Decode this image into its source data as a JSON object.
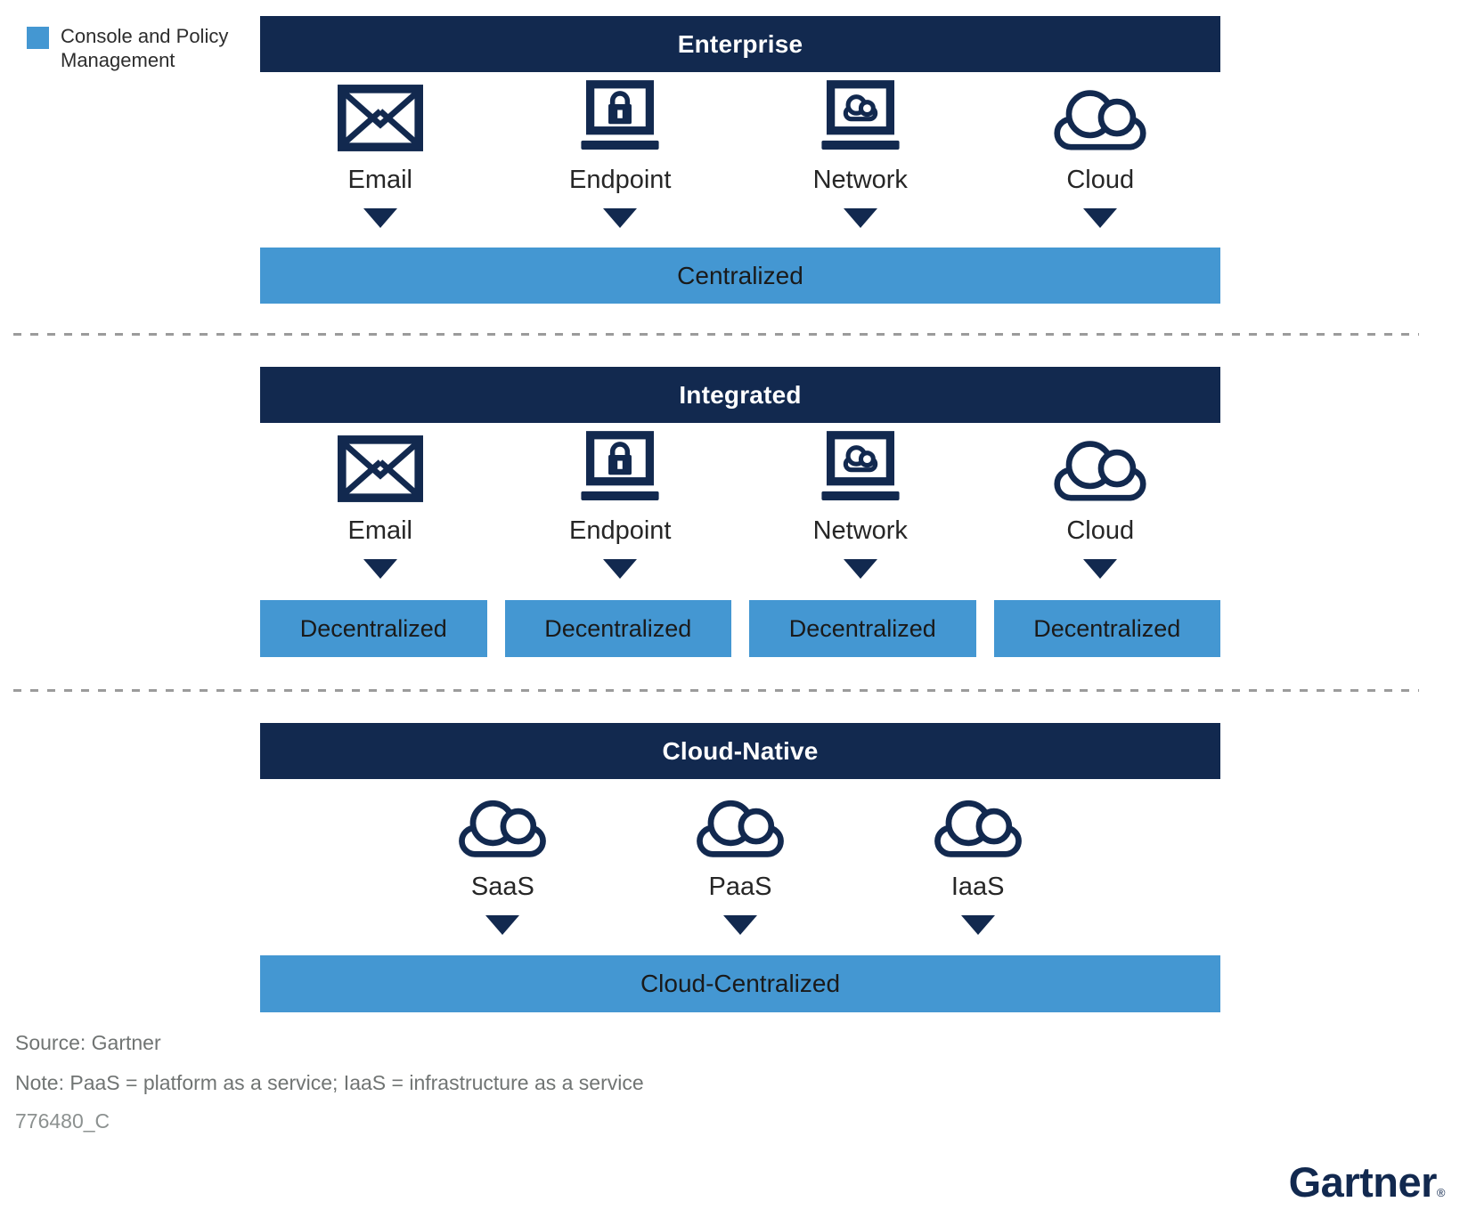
{
  "colors": {
    "navy": "#12294f",
    "light_blue": "#4497d2",
    "white": "#ffffff",
    "label_text": "#262626",
    "footer_gray": "#707473",
    "divider_gray": "#9b9b9b"
  },
  "legend": {
    "label": "Console and Policy Management"
  },
  "sections": {
    "enterprise": {
      "title": "Enterprise",
      "items": [
        {
          "label": "Email",
          "icon": "email-icon"
        },
        {
          "label": "Endpoint",
          "icon": "endpoint-icon"
        },
        {
          "label": "Network",
          "icon": "network-icon"
        },
        {
          "label": "Cloud",
          "icon": "cloud-icon"
        }
      ],
      "result": "Centralized"
    },
    "integrated": {
      "title": "Integrated",
      "items": [
        {
          "label": "Email",
          "icon": "email-icon"
        },
        {
          "label": "Endpoint",
          "icon": "endpoint-icon"
        },
        {
          "label": "Network",
          "icon": "network-icon"
        },
        {
          "label": "Cloud",
          "icon": "cloud-icon"
        }
      ],
      "results": [
        "Decentralized",
        "Decentralized",
        "Decentralized",
        "Decentralized"
      ]
    },
    "cloud_native": {
      "title": "Cloud-Native",
      "items": [
        {
          "label": "SaaS",
          "icon": "cloud-icon"
        },
        {
          "label": "PaaS",
          "icon": "cloud-icon"
        },
        {
          "label": "IaaS",
          "icon": "cloud-icon"
        }
      ],
      "result": "Cloud-Centralized"
    }
  },
  "footer": {
    "source": "Source: Gartner",
    "note": "Note: PaaS = platform as a service; IaaS = infrastructure as a service",
    "document_id": "776480_C",
    "brand": "Gartner",
    "registered_mark": "®"
  }
}
